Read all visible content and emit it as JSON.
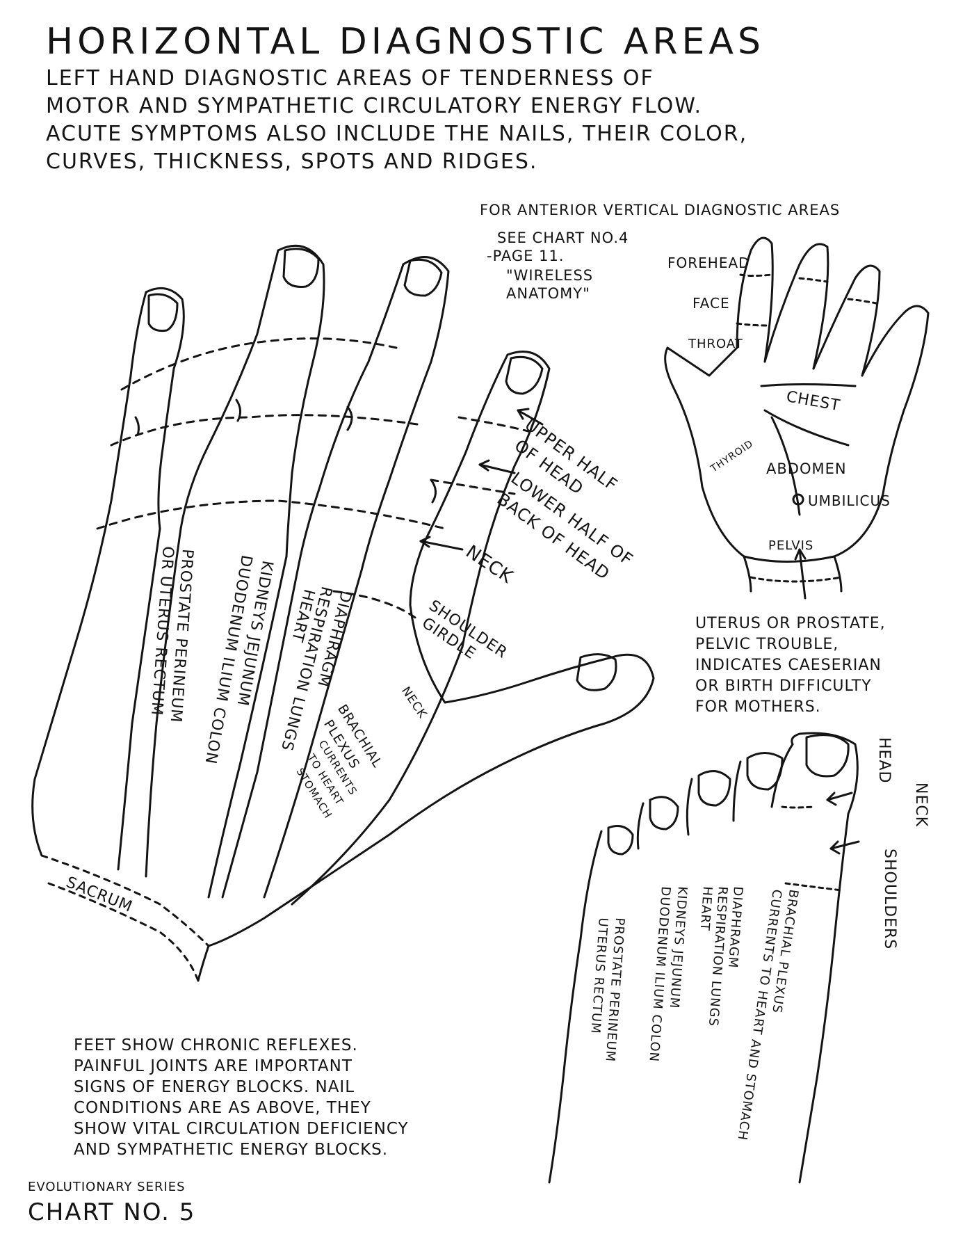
{
  "header": {
    "title": "HORIZONTAL DIAGNOSTIC AREAS",
    "subtitle_lines": [
      "LEFT HAND DIAGNOSTIC AREAS OF TENDERNESS OF",
      "MOTOR AND SYMPATHETIC CIRCULATORY ENERGY FLOW.",
      "ACUTE SYMPTOMS ALSO INCLUDE THE NAILS, THEIR COLOR,",
      "CURVES, THICKNESS, SPOTS AND RIDGES."
    ]
  },
  "anterior": {
    "heading": "FOR ANTERIOR VERTICAL DIAGNOSTIC AREAS",
    "see_lines": [
      "SEE CHART No.4",
      "-PAGE 11.",
      "\"WIRELESS",
      "ANATOMY\""
    ],
    "labels": {
      "forehead": "FOREHEAD",
      "face": "FACE",
      "throat": "THROAT",
      "chest": "CHEST",
      "thyroid": "THYROID",
      "abdomen": "ABDOMEN",
      "umbilicus": "UMBILICUS",
      "pelvis": "PELVIS"
    },
    "note_lines": [
      "UTERUS OR PROSTATE,",
      "PELVIC TROUBLE,",
      "INDICATES CAESERIAN",
      "OR BIRTH DIFFICULTY",
      "FOR MOTHERS."
    ]
  },
  "hand": {
    "upper_half_of_head": [
      "UPPER HALF",
      "OF HEAD"
    ],
    "lower_half_of_head": [
      "LOWER HALF OF",
      "BACK OF HEAD"
    ],
    "neck": "NECK",
    "shoulder_girdle": [
      "SHOULDER",
      "GIRDLE"
    ],
    "neck_small": "NECK",
    "brachial": [
      "BRACHIAL",
      "PLEXUS"
    ],
    "currents": [
      "CURRENTS",
      "TO HEART",
      "STOMACH"
    ],
    "sacrum": "SACRUM",
    "finger_columns": [
      [
        "PROSTATE  PERINEUM",
        "OR UTERUS  RECTUM"
      ],
      [
        "KIDNEYS  JEJUNUM",
        "DUODENUM ILIUM COLON"
      ],
      [
        "DIAPHRAGM",
        "RESPIRATION LUNGS",
        "HEART"
      ]
    ]
  },
  "foot": {
    "head": "HEAD",
    "neck": "NECK",
    "shoulders": "SHOULDERS",
    "columns": [
      [
        "PROSTATE  PERINEUM",
        "UTERUS  RECTUM"
      ],
      [
        "KIDNEYS  JEJUNUM",
        "DUODENUM ILIUM COLON"
      ],
      [
        "DIAPHRAGM",
        "RESPIRATION LUNGS",
        "HEART"
      ],
      [
        "BRACHIAL PLEXUS",
        "CURRENTS TO HEART AND STOMACH"
      ]
    ]
  },
  "feet_note_lines": [
    "FEET SHOW CHRONIC REFLEXES.",
    "PAINFUL JOINTS ARE IMPORTANT",
    "SIGNS OF ENERGY BLOCKS. NAIL",
    "CONDITIONS ARE AS ABOVE, THEY",
    "SHOW VITAL CIRCULATION DEFICIENCY",
    "AND SYMPATHETIC ENERGY BLOCKS."
  ],
  "footer": {
    "series": "EVOLUTIONARY SERIES",
    "chart": "CHART NO. 5"
  }
}
